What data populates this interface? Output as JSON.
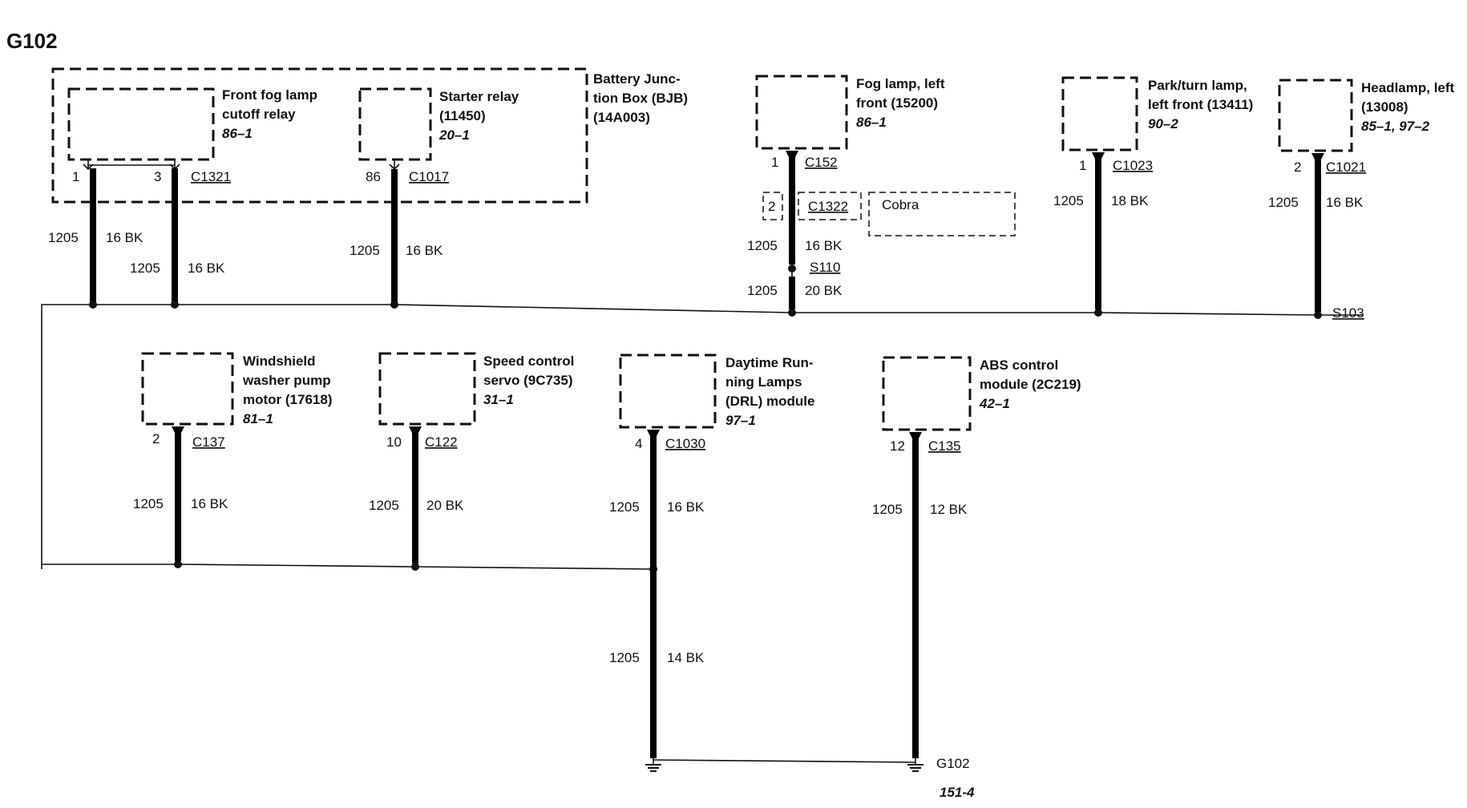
{
  "title": "G102",
  "bjb": {
    "label": [
      "Battery Junc-",
      "tion Box (BJB)",
      "(14A003)"
    ],
    "relays": [
      {
        "label": [
          "Front fog lamp",
          "cutoff relay"
        ],
        "ref": "86–1",
        "pins": [
          "1",
          "3"
        ],
        "connector": "C1321",
        "wires": [
          {
            "circuit": "1205",
            "gauge": "16 BK"
          },
          {
            "circuit": "1205",
            "gauge": "16 BK"
          }
        ]
      },
      {
        "label": [
          "Starter relay",
          "(11450)"
        ],
        "ref": "20–1",
        "pins": [
          "86"
        ],
        "connector": "C1017",
        "wires": [
          {
            "circuit": "1205",
            "gauge": "16 BK"
          }
        ]
      }
    ]
  },
  "top_components": [
    {
      "label": [
        "Fog lamp, left",
        "front (15200)"
      ],
      "ref": "86–1",
      "pin": "1",
      "connector": "C152",
      "circuit": "1205",
      "gauge": "16 BK",
      "extra": {
        "pin": "2",
        "connector": "C1322",
        "note": "Cobra",
        "splice": "S110",
        "circuit2": "1205",
        "gauge2": "20 BK"
      }
    },
    {
      "label": [
        "Park/turn lamp,",
        "left front (13411)"
      ],
      "ref": "90–2",
      "pin": "1",
      "connector": "C1023",
      "circuit": "1205",
      "gauge": "18 BK"
    },
    {
      "label": [
        "Headlamp, left",
        "(13008)"
      ],
      "ref": "85–1, 97–2",
      "pin": "2",
      "connector": "C1021",
      "circuit": "1205",
      "gauge": "16 BK"
    }
  ],
  "top_splice": "S103",
  "bottom_components": [
    {
      "label": [
        "Windshield",
        "washer pump",
        "motor (17618)"
      ],
      "ref": "81–1",
      "pin": "2",
      "connector": "C137",
      "circuit": "1205",
      "gauge": "16 BK"
    },
    {
      "label": [
        "Speed control",
        "servo (9C735)"
      ],
      "ref": "31–1",
      "pin": "10",
      "connector": "C122",
      "circuit": "1205",
      "gauge": "20 BK"
    },
    {
      "label": [
        "Daytime Run-",
        "ning Lamps",
        "(DRL) module"
      ],
      "ref": "97–1",
      "pin": "4",
      "connector": "C1030",
      "circuit": "1205",
      "gauge": "16 BK",
      "circuit2": "1205",
      "gauge2": "14 BK"
    },
    {
      "label": [
        "ABS control",
        "module (2C219)"
      ],
      "ref": "42–1",
      "pin": "12",
      "connector": "C135",
      "circuit": "1205",
      "gauge": "12 BK"
    }
  ],
  "ground": {
    "name": "G102",
    "ref": "151-4"
  }
}
